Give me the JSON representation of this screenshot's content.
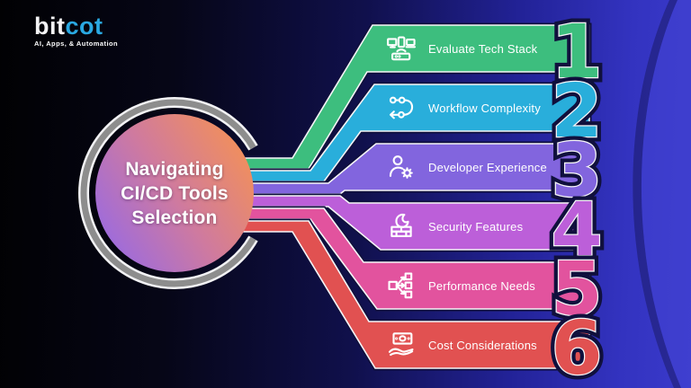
{
  "brand": {
    "name_part1": "bit",
    "name_part2": "cot",
    "tagline": "AI, Apps, & Automation",
    "accent_color": "#2aa9e2"
  },
  "hub": {
    "title_line1": "Navigating",
    "title_line2": "CI/CD Tools",
    "title_line3": "Selection",
    "gradient_from": "#9669e6",
    "gradient_mid": "#cf7a9f",
    "gradient_to": "#f49156",
    "ring_color": "#8d8d8d"
  },
  "steps": [
    {
      "number": "1",
      "label": "Evaluate Tech Stack",
      "color": "#3dbe7e",
      "icon": "devices-icon"
    },
    {
      "number": "2",
      "label": "Workflow Complexity",
      "color": "#29aedb",
      "icon": "workflow-icon"
    },
    {
      "number": "3",
      "label": "Developer Experience",
      "color": "#8265de",
      "icon": "developer-gear-icon"
    },
    {
      "number": "4",
      "label": "Security Features",
      "color": "#bc5fd9",
      "icon": "firewall-icon"
    },
    {
      "number": "5",
      "label": "Performance Needs",
      "color": "#e2539e",
      "icon": "distribution-icon"
    },
    {
      "number": "6",
      "label": "Cost Considerations",
      "color": "#e15151",
      "icon": "money-hand-icon"
    }
  ]
}
